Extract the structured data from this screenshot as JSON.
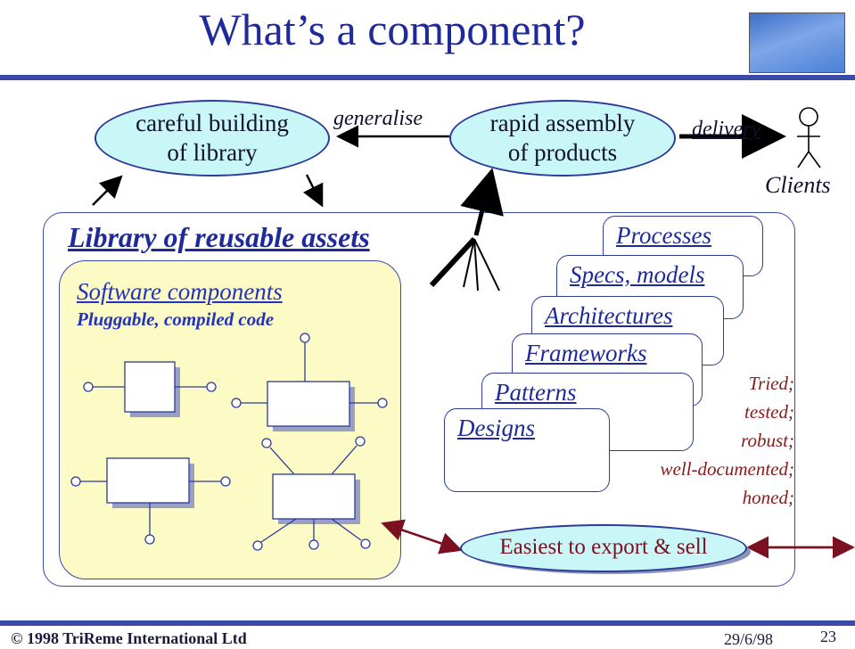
{
  "slide": {
    "title": "What’s a component?",
    "logo_icon": "eagle-photo-icon"
  },
  "flow": {
    "library_oval": [
      "careful building",
      "of library"
    ],
    "generalise_label": "generalise",
    "products_oval": [
      "rapid assembly",
      "of products"
    ],
    "delivery_label": "delivery",
    "clients_label": "Clients"
  },
  "library": {
    "title": "Library of reusable assets",
    "software": {
      "title": "Software components",
      "subtitle": "Pluggable, compiled code"
    },
    "asset_cards": [
      "Processes",
      "Specs, models",
      "Architectures",
      "Frameworks",
      "Patterns",
      "Designs"
    ],
    "qualities": [
      "Tried;",
      "tested;",
      "robust;",
      "well-documented;",
      "honed;"
    ],
    "export_oval": "Easiest to export & sell"
  },
  "footer": {
    "copyright": "© 1998 TriReme International Ltd",
    "date": "29/6/98",
    "page": "23"
  },
  "colors": {
    "title": "#1f2a9a",
    "oval_fill": "#c9f7f7",
    "software_fill": "#fdfbc5",
    "accent_red": "#8b1a1a"
  }
}
